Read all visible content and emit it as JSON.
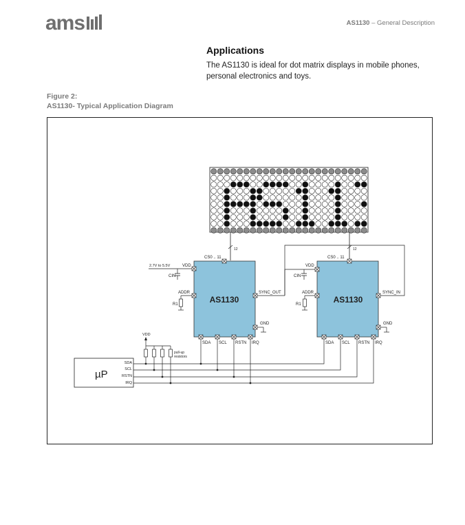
{
  "header": {
    "logo_text": "ams",
    "doc_id": "AS1130",
    "doc_section": " – General Description"
  },
  "applications": {
    "title": "Applications",
    "body": "The AS1130 is ideal for dot matrix displays in mobile phones, personal electronics and toys."
  },
  "figure": {
    "number": "Figure 2:",
    "caption": "AS1130- Typical Application Diagram"
  },
  "diagram": {
    "chip_label": "AS1130",
    "display_text": "AS1130",
    "cs_label": "CS0 .. 11",
    "cs_bus_width": "12",
    "supply_label": "2.7V to 5.5V",
    "vdd": "VDD",
    "cin": "CIN",
    "addr": "ADDR",
    "r1": "R1",
    "sync_out": "SYNC_OUT",
    "sync_in": "SYNC_IN",
    "gnd": "GND",
    "pins_bottom": [
      "SDA",
      "SCL",
      "RSTN",
      "IRQ"
    ],
    "pullup_label_1": "pull-up",
    "pullup_label_2": "resistors",
    "mcu_label": "µP",
    "mcu_pins": [
      "SDA",
      "SCL",
      "RSTN",
      "IRQ"
    ],
    "chip_color": "#8DC3DC",
    "display_grey": "#8c8c8c"
  }
}
